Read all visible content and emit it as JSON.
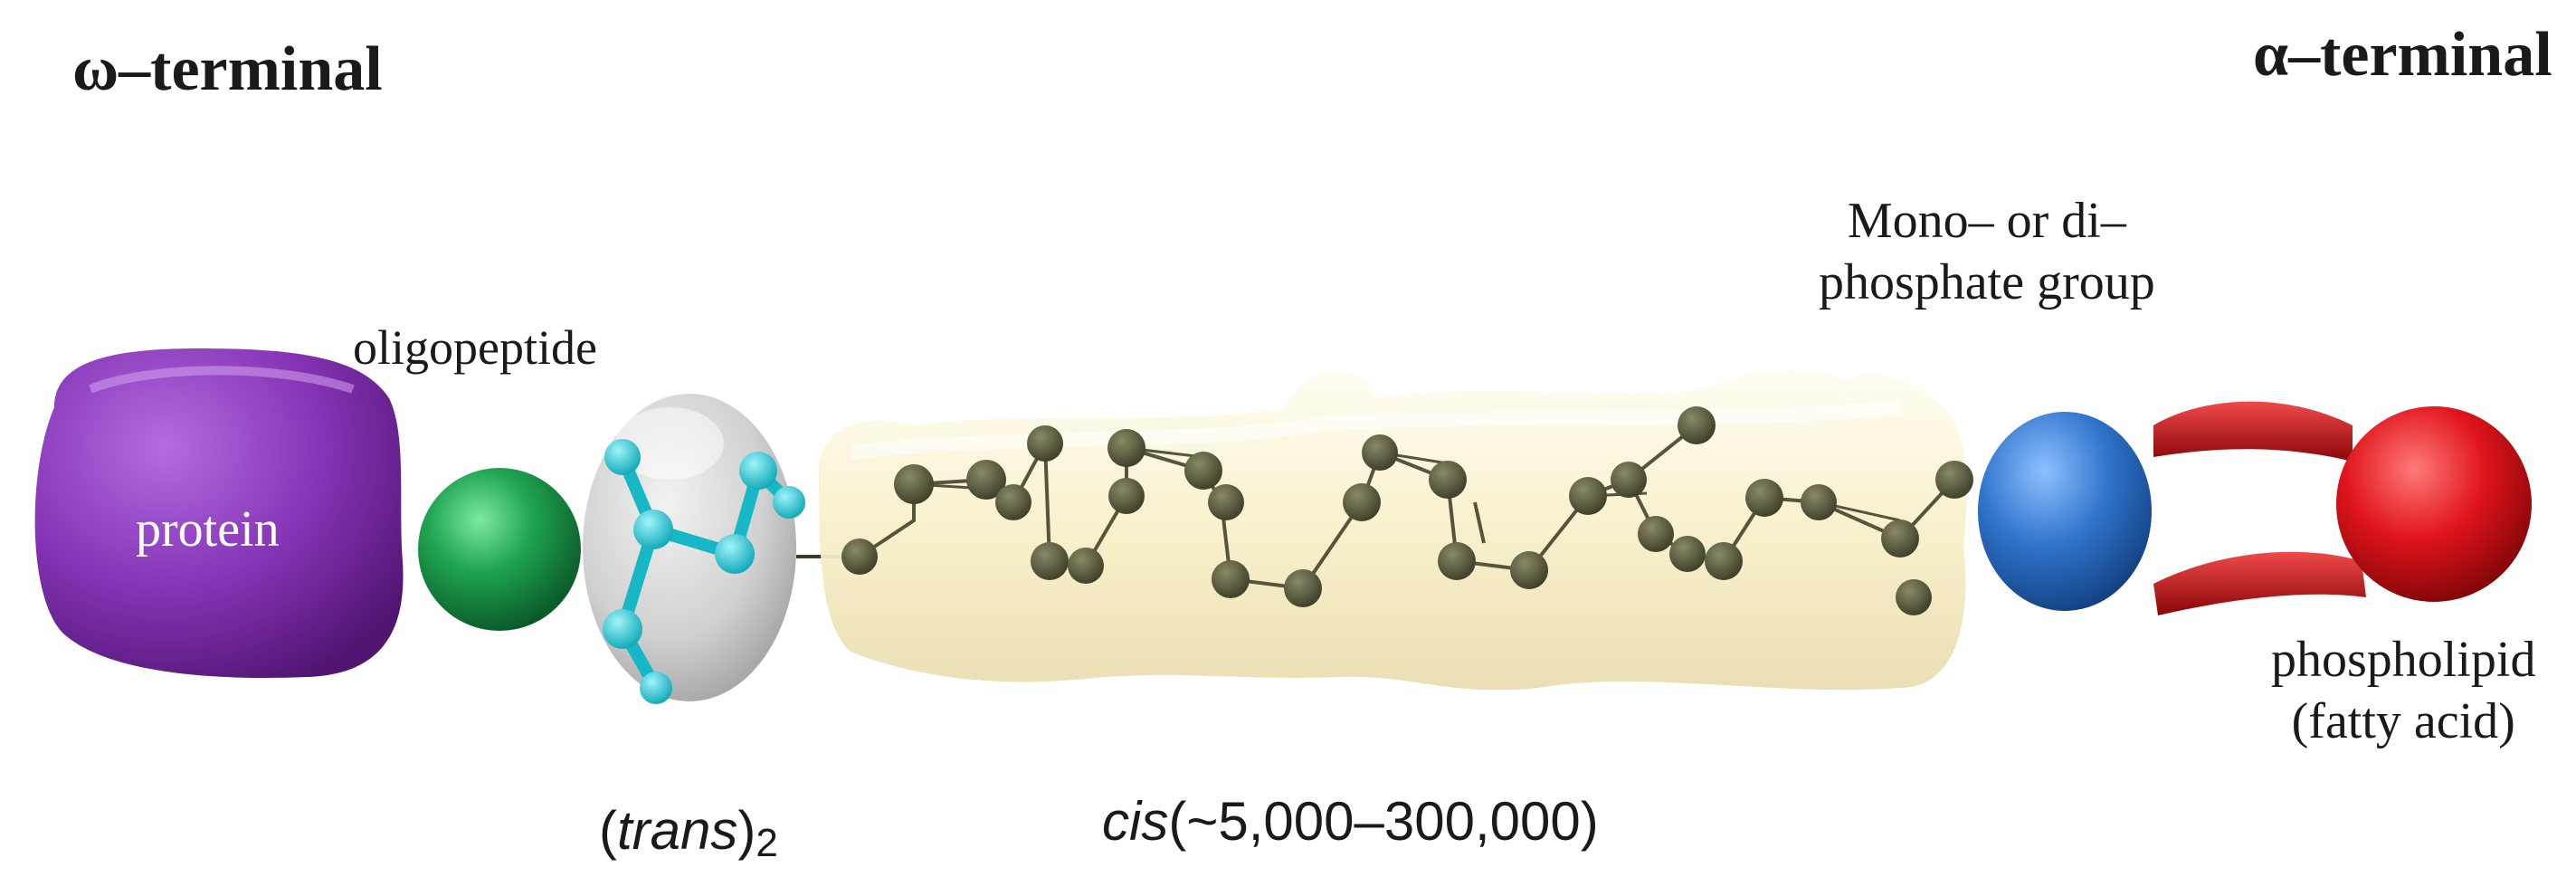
{
  "labels": {
    "omega_terminal": "ω–terminal",
    "alpha_terminal": "α–terminal",
    "oligopeptide": "oligopeptide",
    "phosphate_group_line1": "Mono– or di–",
    "phosphate_group_line2": "phosphate group",
    "protein": "protein",
    "phospholipid_line1": "phospholipid",
    "phospholipid_line2": "(fatty acid)",
    "trans_open": "(",
    "trans_word": "trans",
    "trans_close": ")",
    "trans_subscript": "2",
    "cis_word": "cis",
    "cis_range": "(~5,000–300,000)"
  },
  "components": [
    {
      "name": "protein",
      "color": "#7e2fa8"
    },
    {
      "name": "oligopeptide",
      "color": "#1f9a4c"
    },
    {
      "name": "trans-isoprene-units",
      "color": "#21c8d6",
      "bubble_color": "#c9c9c9"
    },
    {
      "name": "cis-isoprene-chain",
      "color": "#55553c",
      "bubble_color": "#f6f1cf"
    },
    {
      "name": "phosphate-group",
      "color": "#2e72c9"
    },
    {
      "name": "phospholipid",
      "color": "#e0141b"
    }
  ]
}
